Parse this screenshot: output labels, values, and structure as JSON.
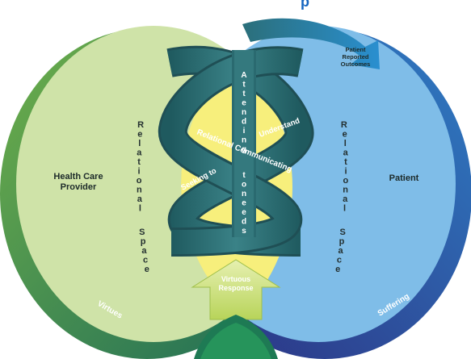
{
  "diagram": {
    "header_fragment": "p",
    "left_circle": {
      "label_line1": "Health Care",
      "label_line2": "Provider",
      "band_label": "Virtues"
    },
    "right_circle": {
      "label": "Patient",
      "band_label": "Suffering"
    },
    "outcomes": {
      "line1": "Patient",
      "line2": "Reported",
      "line3": "Outcomes"
    },
    "relational_space_left": [
      "R",
      "e",
      "l",
      "a",
      "t",
      "i",
      "o",
      "n",
      "a",
      "l",
      "S",
      "p",
      "a",
      "c",
      "e"
    ],
    "relational_space_right": [
      "R",
      "e",
      "l",
      "a",
      "t",
      "i",
      "o",
      "n",
      "a",
      "l",
      "S",
      "p",
      "a",
      "c",
      "e"
    ],
    "helix": {
      "vertical_top": [
        "A",
        "t",
        "t",
        "e",
        "n",
        "d",
        "i",
        "n",
        "g"
      ],
      "vertical_bottom": [
        "t",
        "o",
        "n",
        "e",
        "e",
        "d",
        "s"
      ],
      "understand": "Understand",
      "relational_communicating": "Relational Communicating",
      "seeking_to": "Seeking to"
    },
    "virtuous_response": {
      "line1": "Virtuous",
      "line2": "Response"
    },
    "colors": {
      "left_circle": "#cfe3a8",
      "right_circle": "#7fbde8",
      "overlap": "#f7ef7c",
      "helix": "#2f6f73",
      "helix_dark": "#1f4f55",
      "left_band": "#2e7d5b",
      "right_band": "#2a3f8f"
    }
  }
}
